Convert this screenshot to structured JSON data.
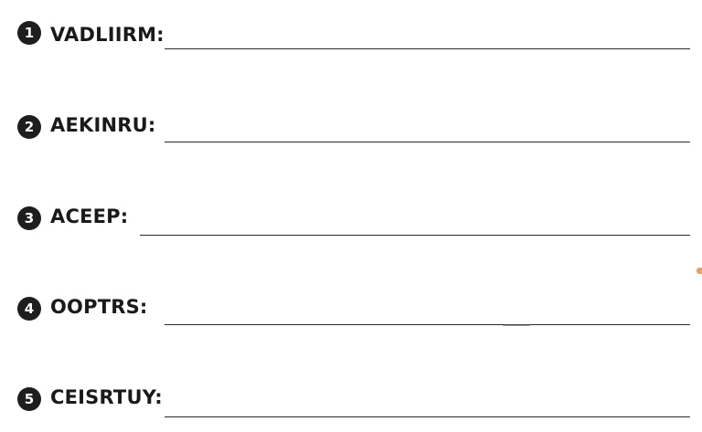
{
  "items": [
    {
      "number": "1",
      "letters": "VADLIIRM:"
    },
    {
      "number": "2",
      "letters": "AEKINRU:"
    },
    {
      "number": "3",
      "letters": "ACEEP:"
    },
    {
      "number": "4",
      "letters": "OOPTRS:"
    },
    {
      "number": "5",
      "letters": "CEISRTUY:"
    }
  ],
  "colors": {
    "badge": "#1e1e1e",
    "text": "#1a1a1a",
    "line": "#2a2a2a",
    "accent_mark": "#e8a05c"
  }
}
